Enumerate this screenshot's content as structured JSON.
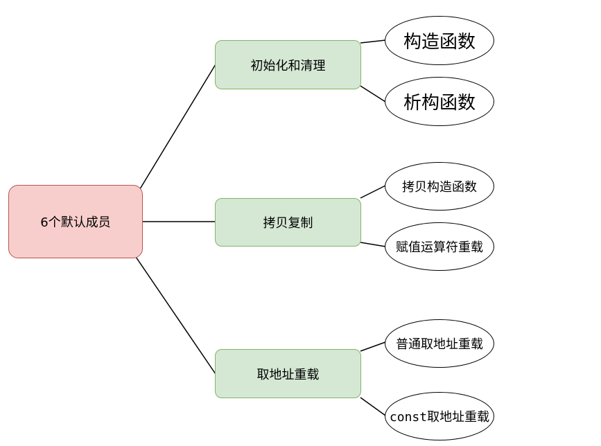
{
  "root": {
    "label": "6个默认成员"
  },
  "branches": [
    {
      "label": "初始化和清理",
      "leaves": [
        "构造函数",
        "析构函数"
      ]
    },
    {
      "label": "拷贝复制",
      "leaves": [
        "拷贝构造函数",
        "赋值运算符重载"
      ]
    },
    {
      "label": "取地址重载",
      "leaves": [
        "普通取地址重载",
        "const取地址重载"
      ]
    }
  ],
  "colors": {
    "root_fill": "#f8cecc",
    "root_stroke": "#b85450",
    "branch_fill": "#d5e8d4",
    "branch_stroke": "#82b366",
    "leaf_fill": "#ffffff",
    "leaf_stroke": "#000000",
    "edge": "#000000"
  }
}
